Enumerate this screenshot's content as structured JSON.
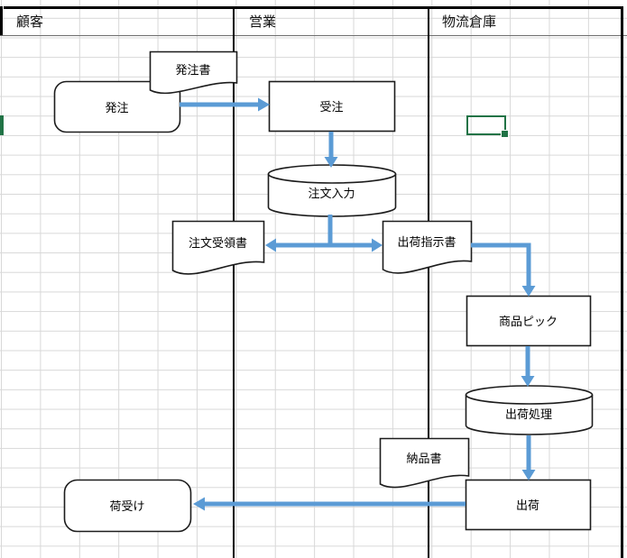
{
  "lanes": {
    "customer": "顧客",
    "sales": "営業",
    "warehouse": "物流倉庫"
  },
  "shapes": {
    "order_form_doc": "発注書",
    "place_order": "発注",
    "receive_order": "受注",
    "order_entry_db": "注文入力",
    "order_receipt_doc": "注文受領書",
    "shipping_instruction_doc": "出荷指示書",
    "pick_products": "商品ピック",
    "shipping_process_db": "出荷処理",
    "delivery_note_doc": "納品書",
    "ship": "出荷",
    "receive_goods": "荷受け"
  },
  "colors": {
    "arrow": "#5b9bd5",
    "selection": "#217346",
    "gridline": "#d8d8d8"
  }
}
